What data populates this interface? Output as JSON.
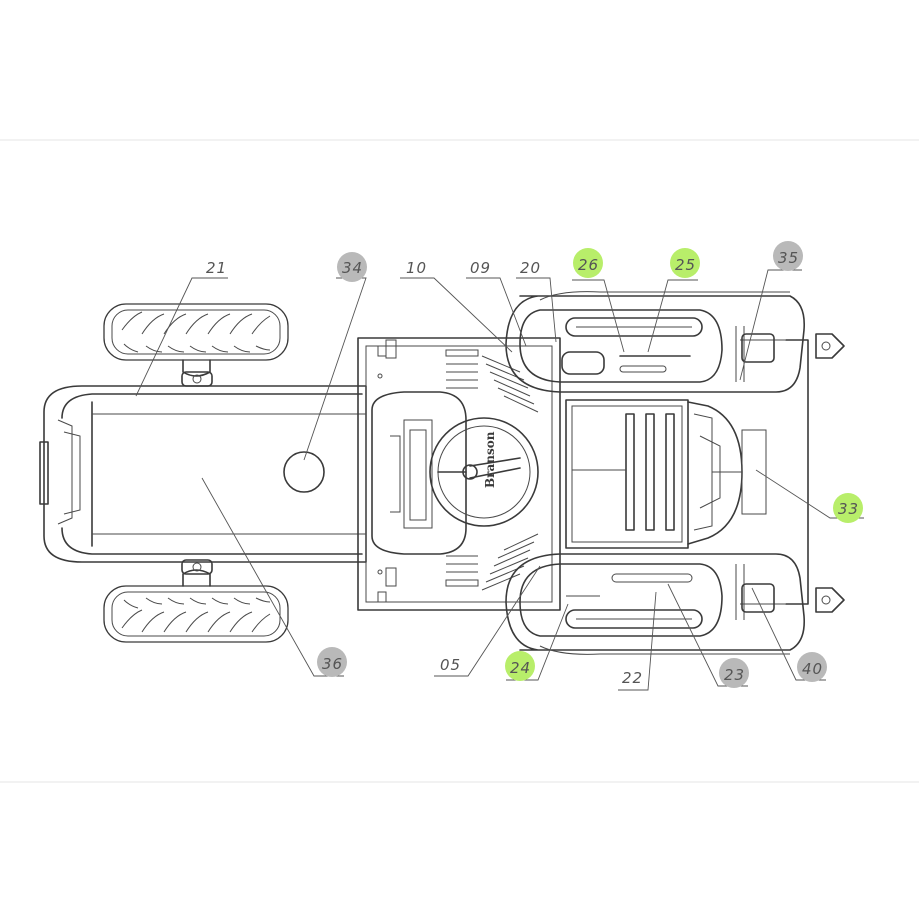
{
  "brand_text": "Branson",
  "colors": {
    "badge_grey": "#b9b9b9",
    "badge_green": "#b8ee6a",
    "line": "#3a3a3a"
  },
  "callouts": [
    {
      "id": "21",
      "label": "21",
      "highlight": "none"
    },
    {
      "id": "34",
      "label": "34",
      "highlight": "grey"
    },
    {
      "id": "10",
      "label": "10",
      "highlight": "none"
    },
    {
      "id": "09",
      "label": "09",
      "highlight": "none"
    },
    {
      "id": "20",
      "label": "20",
      "highlight": "none"
    },
    {
      "id": "26",
      "label": "26",
      "highlight": "green"
    },
    {
      "id": "25",
      "label": "25",
      "highlight": "green"
    },
    {
      "id": "35",
      "label": "35",
      "highlight": "grey"
    },
    {
      "id": "33",
      "label": "33",
      "highlight": "green"
    },
    {
      "id": "36",
      "label": "36",
      "highlight": "grey"
    },
    {
      "id": "05",
      "label": "05",
      "highlight": "none"
    },
    {
      "id": "24",
      "label": "24",
      "highlight": "green"
    },
    {
      "id": "22",
      "label": "22",
      "highlight": "none"
    },
    {
      "id": "23",
      "label": "23",
      "highlight": "grey"
    },
    {
      "id": "40",
      "label": "40",
      "highlight": "grey"
    }
  ]
}
